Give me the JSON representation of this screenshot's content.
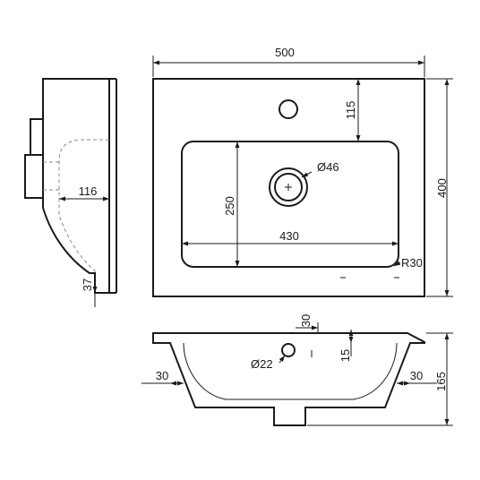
{
  "top_view": {
    "width": "500",
    "height": "400",
    "tap_offset": "115",
    "bowl_width": "430",
    "bowl_depth": "250",
    "drain_diameter": "Ø46",
    "corner_radius": "R30"
  },
  "side_view": {
    "depth": "116",
    "rim": "37"
  },
  "front_view": {
    "rim_top": "30",
    "rim_height": "15",
    "overflow_diameter": "Ø22",
    "left_offset": "30",
    "right_offset": "30",
    "height": "165"
  }
}
